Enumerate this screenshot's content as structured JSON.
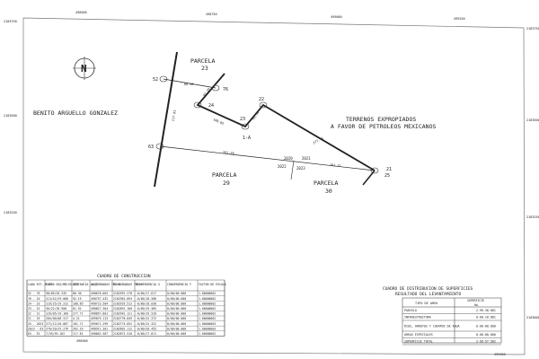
{
  "grid": {
    "top_labels": [
      "498500",
      "498750",
      "499000",
      "499250"
    ],
    "left_labels": [
      "2183750",
      "2183500",
      "2183250"
    ],
    "right_labels": [
      "2183750",
      "2183500",
      "2183250",
      "2183000"
    ],
    "bottom_labels": [
      "498500",
      "499250"
    ]
  },
  "map": {
    "north_symbol": "N",
    "owner_west": "BENITO ARGUELLO GONZALEZ",
    "expropriated_line1": "TERRENOS EXPROPIADOS",
    "expropriated_line2": "A FAVOR DE PETROLEOS MEXICANOS",
    "parcels": [
      {
        "name": "PARCELA",
        "number": "23"
      },
      {
        "name": "PARCELA",
        "number": "29"
      },
      {
        "name": "PARCELA",
        "number": "30"
      }
    ],
    "area_label": "1-A",
    "vertices": [
      "52",
      "76",
      "24",
      "23",
      "22",
      "21",
      "25",
      "63",
      "2020",
      "2021",
      "2022",
      "2023",
      "1-A"
    ],
    "distances": [
      "80.30",
      "92.19",
      "108.85",
      "61.52",
      "277.71",
      "262.29",
      "161.71",
      "117.81"
    ]
  },
  "construction_table": {
    "title": "CUADRO DE CONSTRUCCION",
    "headers": [
      "LADO EST.-P.V.",
      "RUMBO GGG/MM/SS.SSS",
      "DISTANCIA (m.)",
      "COORDENADAS TMC X",
      "COORDENADAS TMC Y",
      "CONVERGENCIA X",
      "CONVERGENCIA Y",
      "FACTOR DE ESCALA"
    ],
    "rows": [
      [
        "52 - 76",
        "98/09/26.335",
        "80.30",
        "498678.063",
        "2182991.278",
        "-0/00/17.617",
        "0/00/00.000",
        "1.00000002"
      ],
      [
        "76 - 24",
        "213/42/29.000",
        "92.19",
        "498757.432",
        "2182981.894",
        "-0/00/18.588",
        "0/00/00.000",
        "1.00000002"
      ],
      [
        "24 - 23",
        "116/25/19.312",
        "108.85",
        "498723.504",
        "2182929.512",
        "-0/00/18.038",
        "0/00/00.000",
        "1.00000002"
      ],
      [
        "23 - 22",
        "36/22/18.900",
        "61.52",
        "498827.364",
        "2182891.160",
        "-0/00/19.385",
        "0/00/00.000",
        "1.00000002"
      ],
      [
        "22 - 21",
        "126/05/19.160",
        "277.71",
        "498857.801",
        "2182942.121",
        "-0/00/19.520",
        "0/00/00.000",
        "1.00000002"
      ],
      [
        "21 - 25",
        "205/00/08.317",
        "4.21",
        "499075.113",
        "2182778.849",
        "-0/00/22.372",
        "0/00/00.000",
        "1.00000002"
      ],
      [
        "25 - 2023",
        "272/12/20.887",
        "161.71",
        "499071.299",
        "2182774.852",
        "-0/00/22.322",
        "0/00/00.000",
        "1.00000003"
      ],
      [
        "2023 - 63",
        "270/20/25.276",
        "262.29",
        "498911.301",
        "2182801.112",
        "-0/00/20.455",
        "0/00/00.000",
        "1.00000003"
      ],
      [
        "63 - 52",
        "7/55/59.162",
        "117.81",
        "498662.587",
        "2182872.516",
        "-0/00/17.811",
        "0/00/00.000",
        "1.00000002"
      ]
    ]
  },
  "distribution_table": {
    "title_line1": "CUADRO DE DISTRIBUCION DE SUPERFICIES",
    "title_line2": "RESULTADO DEL LEVANTAMIENTO",
    "header_type": "TIPO DE AREA",
    "header_surface": "SUPERFICIE",
    "header_unit": "Ha.",
    "rows": [
      {
        "type": "PARCELA",
        "surface": "2-99-38.881"
      },
      {
        "type": "INFRAESTRUCTURA",
        "surface": "0-00-18.881"
      },
      {
        "type": "RIOS, ARROYOS Y CUERPOS DE AGUA",
        "surface": "0-00-00.000"
      },
      {
        "type": "AREAS ESPECIALES",
        "surface": "0-00-00.000"
      },
      {
        "type": "SUPERFICIE TOTAL",
        "surface": "2-99-57.562"
      }
    ]
  }
}
